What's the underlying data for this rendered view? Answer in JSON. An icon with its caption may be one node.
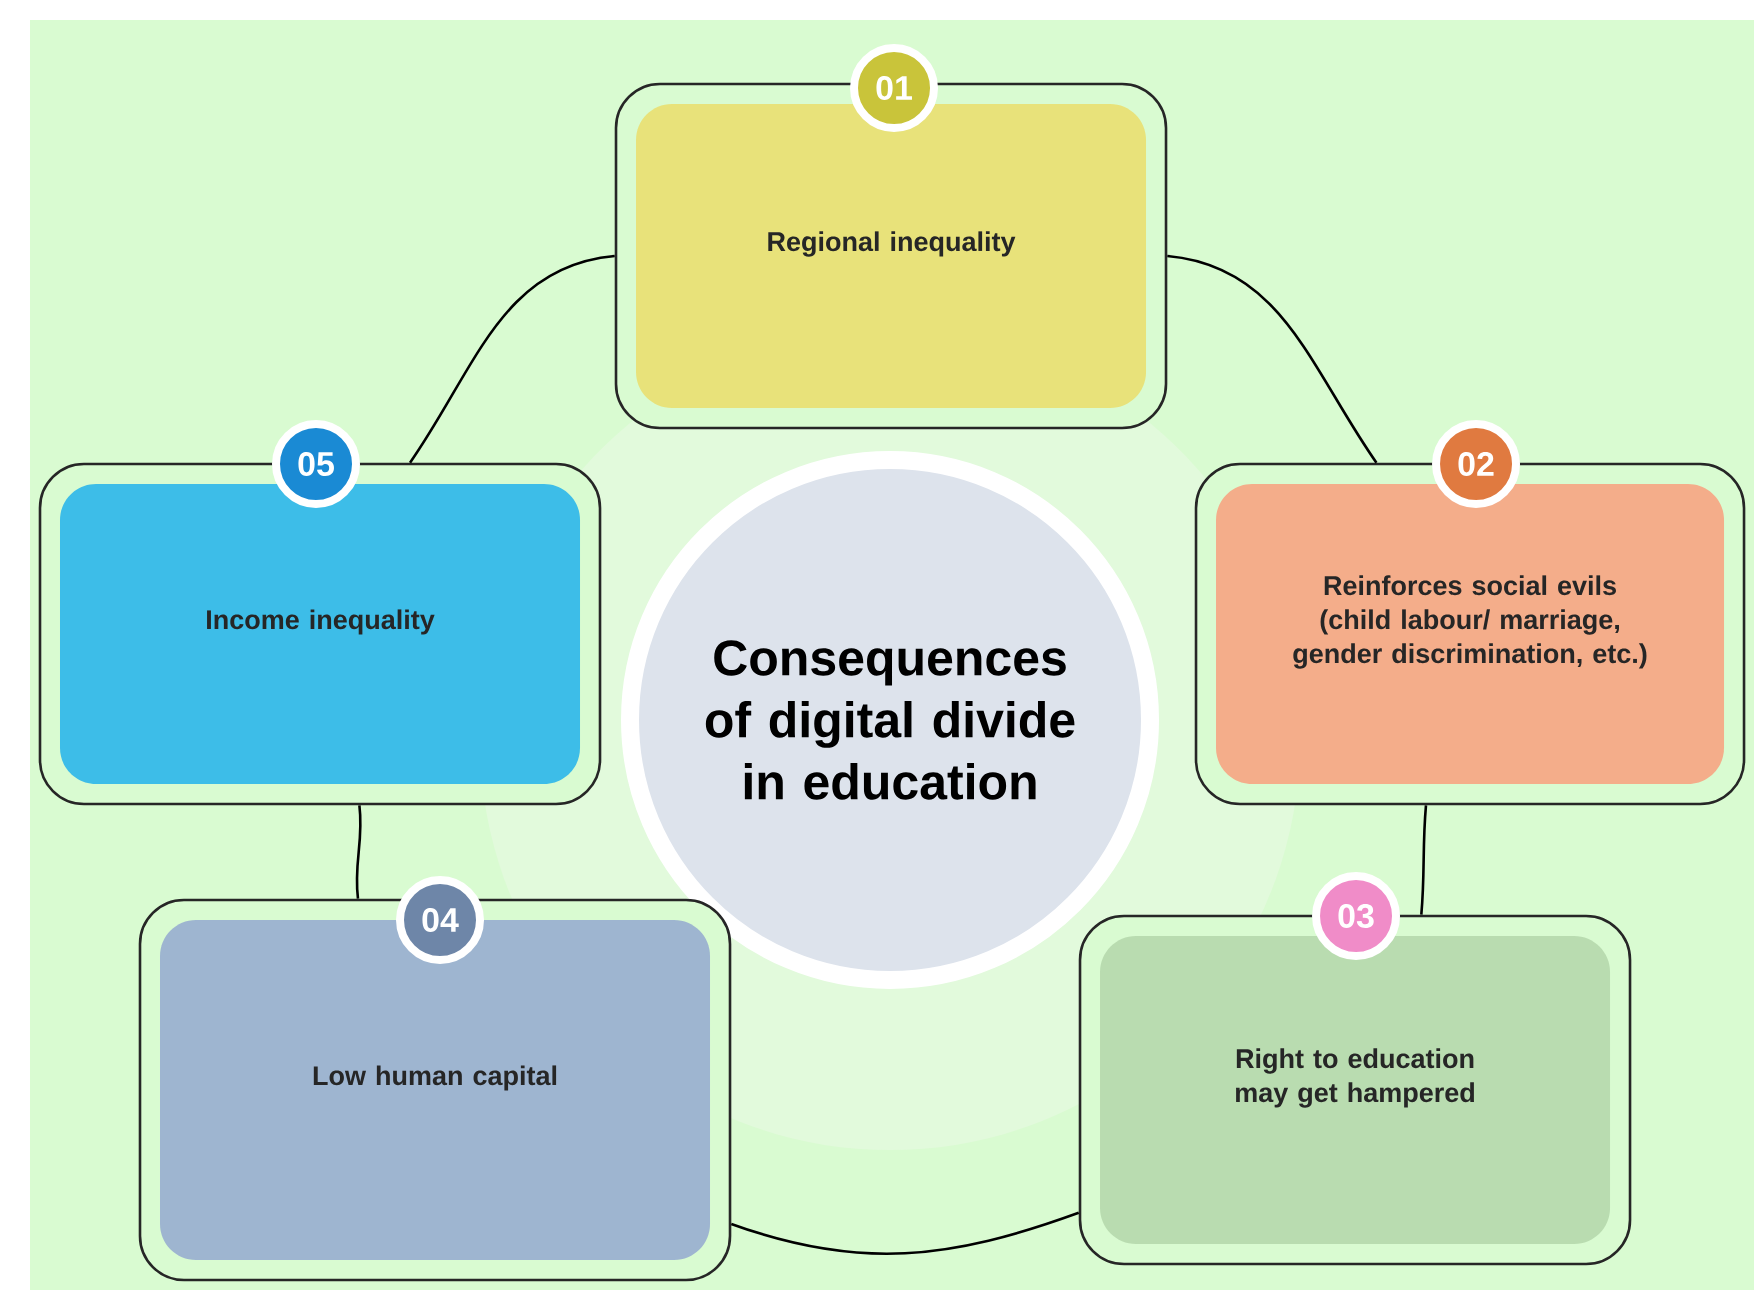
{
  "diagram": {
    "nodes": [
      {
        "text": [
          "Consequences of digital divide in education"
        ]
      },
      {
        "text": [
          "01",
          "Regional inequality"
        ]
      },
      {
        "text": [
          "02",
          "Reinforces social evils (child labour/ marriage, gender discrimination, etc.)"
        ]
      },
      {
        "text": [
          "03",
          "Right to education may get hampered"
        ]
      },
      {
        "text": [
          "04",
          "Low human capital"
        ]
      },
      {
        "text": [
          "05",
          "Income inequality"
        ]
      }
    ],
    "edges": [
      {
        "from": 1,
        "to": 2,
        "arrow": "none"
      },
      {
        "from": 2,
        "to": 3,
        "arrow": "none"
      },
      {
        "from": 3,
        "to": 4,
        "arrow": "none"
      },
      {
        "from": 4,
        "to": 5,
        "arrow": "none"
      },
      {
        "from": 5,
        "to": 1,
        "arrow": "none"
      }
    ]
  }
}
